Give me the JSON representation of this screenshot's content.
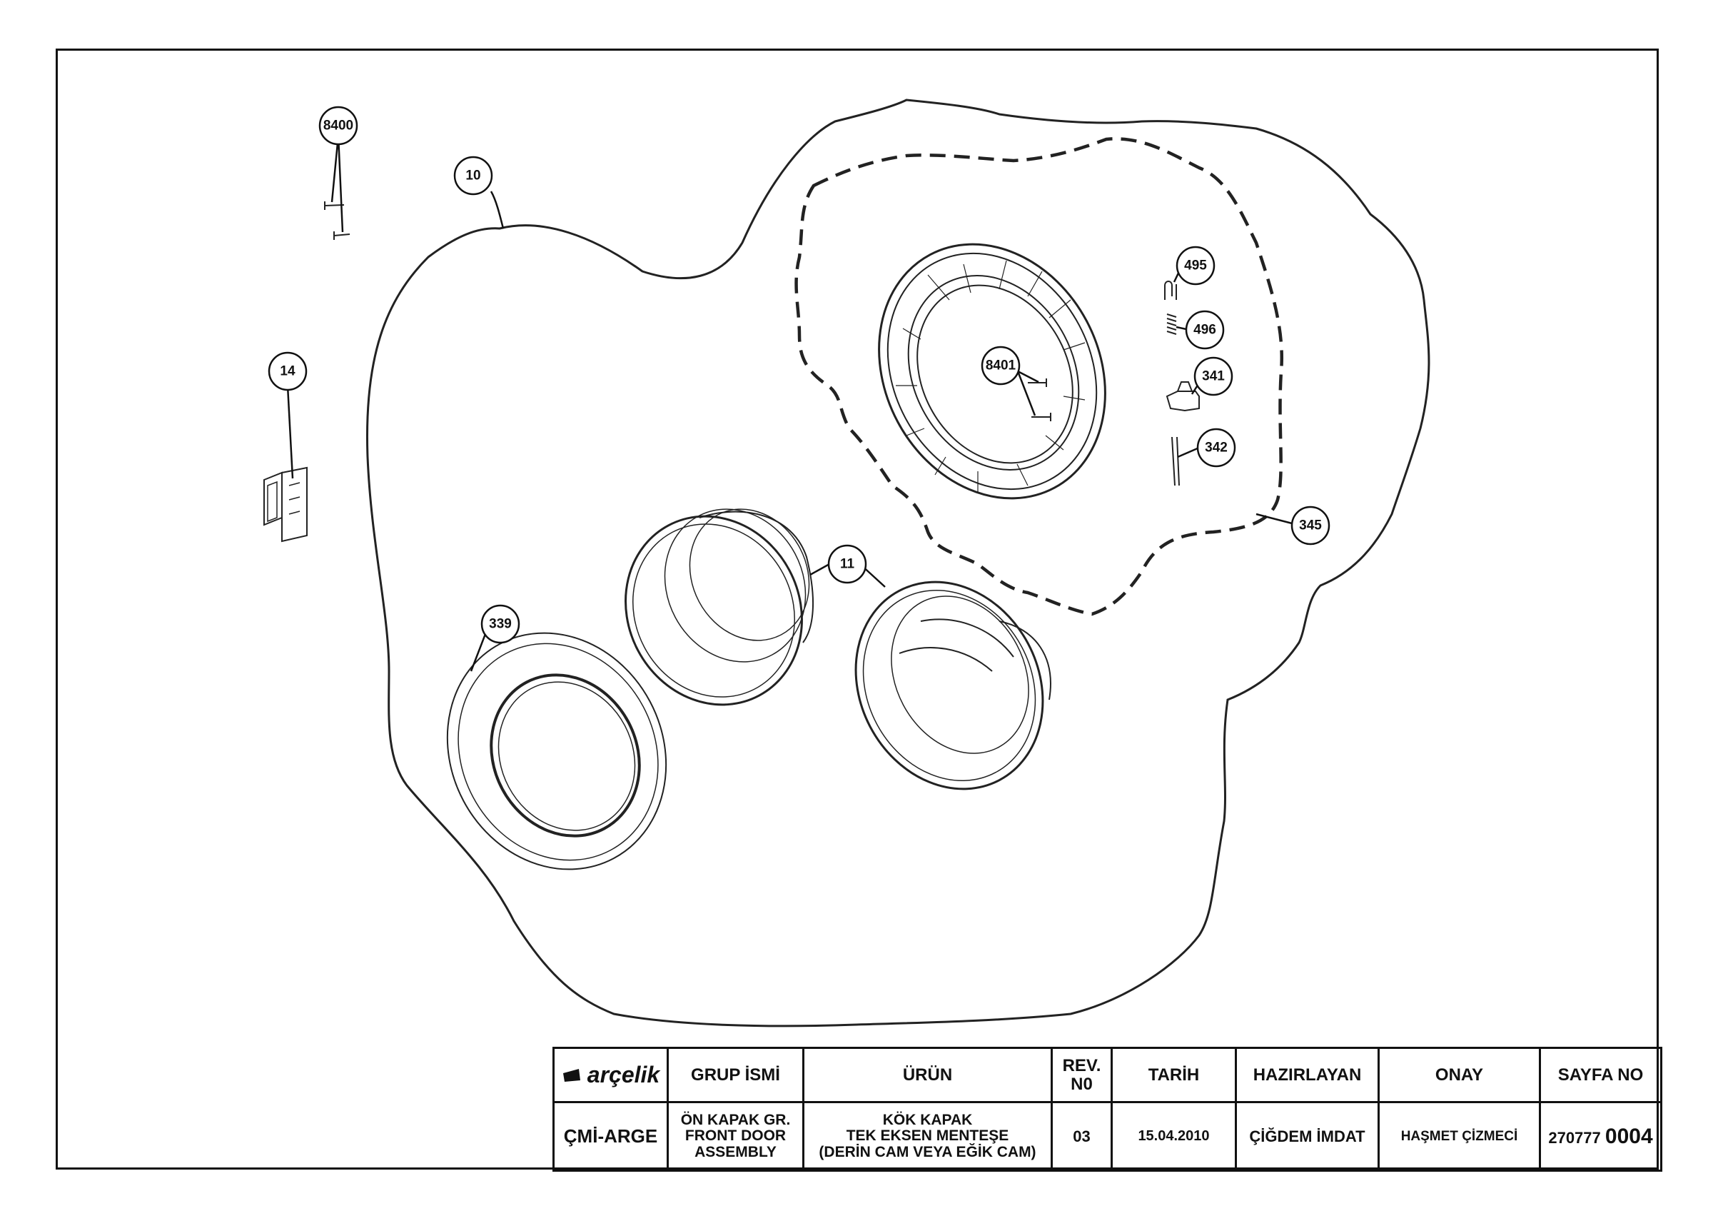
{
  "callouts": {
    "c8400": "8400",
    "c10": "10",
    "c14": "14",
    "c495": "495",
    "c496": "496",
    "c8401": "8401",
    "c341": "341",
    "c342": "342",
    "c345": "345",
    "c11": "11",
    "c339": "339"
  },
  "title_block": {
    "logo": "arçelik",
    "headers": {
      "group_name": "GRUP İSMİ",
      "product": "ÜRÜN",
      "rev_no_line1": "REV.",
      "rev_no_line2": "N0",
      "date": "TARİH",
      "prepared_by": "HAZIRLAYAN",
      "approval": "ONAY",
      "page_no": "SAYFA NO"
    },
    "values": {
      "department": "ÇMİ-ARGE",
      "group_line1": "ÖN KAPAK GR.",
      "group_line2": "FRONT DOOR",
      "group_line3": "ASSEMBLY",
      "product_line1": "KÖK KAPAK",
      "product_line2": "TEK EKSEN MENTEŞE",
      "product_line3": "(DERİN CAM VEYA EĞİK CAM)",
      "rev_no": "03",
      "date": "15.04.2010",
      "prepared_by": "ÇİĞDEM İMDAT",
      "approval": "HAŞMET ÇİZMECİ",
      "page_prefix": "270777",
      "page_suffix": "0004"
    }
  }
}
